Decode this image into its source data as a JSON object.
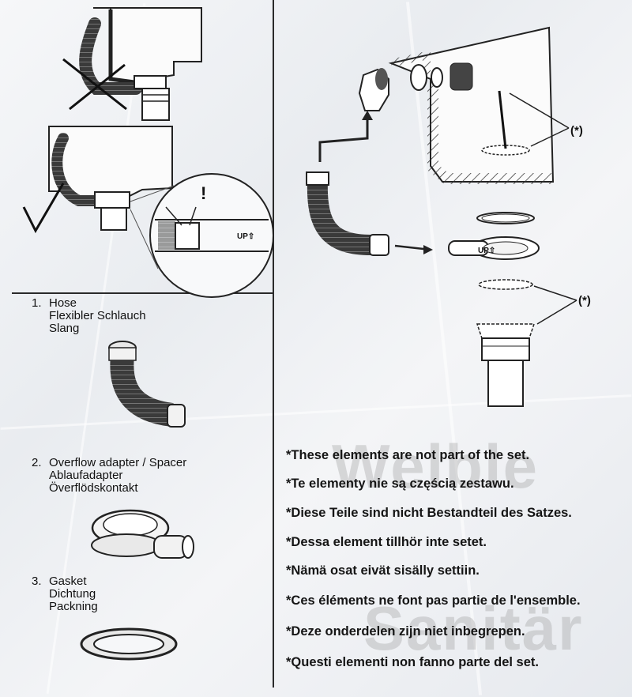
{
  "items": [
    {
      "num": "1.",
      "lines": [
        "Hose",
        "Flexibler Schlauch",
        "Slang"
      ]
    },
    {
      "num": "2.",
      "lines": [
        "Overflow adapter / Spacer",
        "Ablaufadapter",
        "Överflödskontakt"
      ]
    },
    {
      "num": "3.",
      "lines": [
        "Gasket",
        "Dichtung",
        "Packning"
      ]
    }
  ],
  "notes": [
    "*These elements are not part of the set.",
    "*Te elementy nie są częścią zestawu.",
    "*Diese Teile sind nicht Bestandteil des Satzes.",
    "*Dessa element tillhör inte setet.",
    "*Nämä osat eivät sisälly settiin.",
    "*Ces éléments ne font pas partie de l'ensemble.",
    "*Deze onderdelen zijn niet inbegrepen.",
    "*Questi elementi non fanno parte del set."
  ],
  "diagram_labels": {
    "up_marker": "UP⇧",
    "warning": "!",
    "asterisk_top": "(*)",
    "asterisk_bottom": "(*)"
  },
  "watermark": [
    "Welble",
    "Sanitär"
  ]
}
